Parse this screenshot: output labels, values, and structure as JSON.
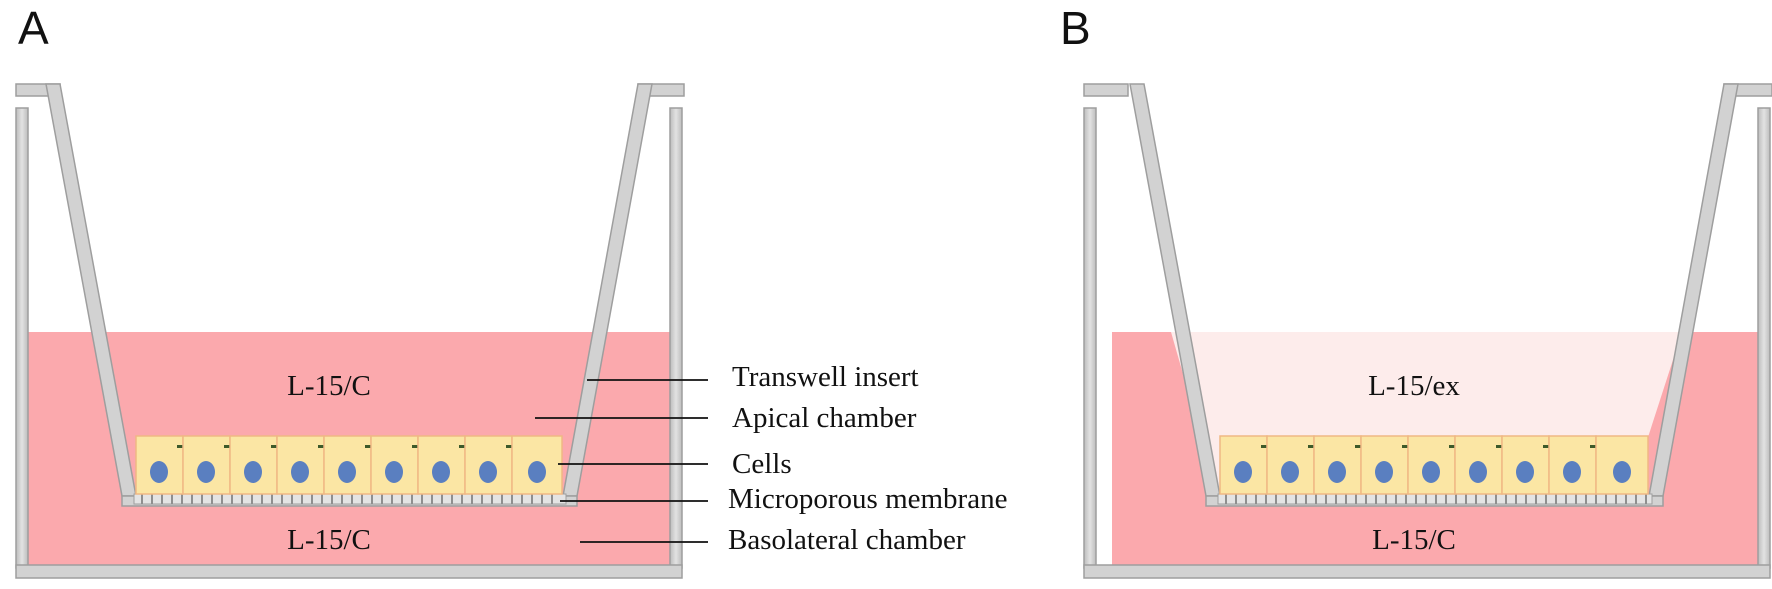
{
  "panels": [
    {
      "letter": "A",
      "apical_label": "L-15/C",
      "basolateral_label": "L-15/C",
      "apical_medium": "control"
    },
    {
      "letter": "B",
      "apical_label": "L-15/ex",
      "basolateral_label": "L-15/C",
      "apical_medium": "exposure"
    }
  ],
  "callouts": [
    "Transwell insert",
    "Apical chamber",
    "Cells",
    "Microporous membrane",
    "Basolateral chamber"
  ],
  "colors": {
    "medium_control": "#fba9ad",
    "medium_exposure": "#fdeceb",
    "well_wall": "#d2d2d2",
    "well_edge": "#9e9e9e",
    "cell_fill": "#fbe6a4",
    "cell_border": "#f0b884",
    "nucleus": "#5a7fc0",
    "junction": "#3d5a2a"
  }
}
